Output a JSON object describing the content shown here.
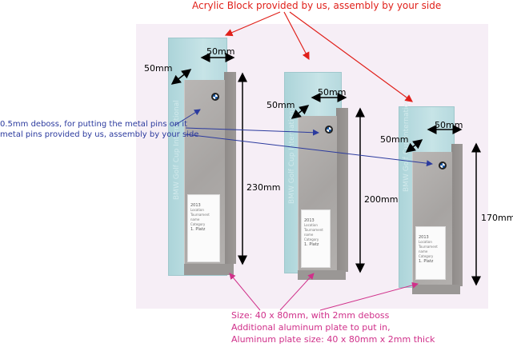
{
  "header": {
    "acrylic_note": "Acrylic Block provided by us, assembly by your side"
  },
  "left_notes": {
    "deboss_note": "0.5mm deboss, for putting the metal pins on it",
    "pins_note": "metal pins provided by us, assembly by your side"
  },
  "bottom_notes": {
    "line1": "Size: 40 x 80mm, with 2mm deboss",
    "line2": "Additional aluminum plate to put in,",
    "line3": "Aluminum plate size: 40 x 80mm x 2mm thick"
  },
  "acrylic_text": "BMW Golf Cup International",
  "plate": {
    "year": "2013",
    "l1": "Location",
    "l2": "Tournament name",
    "l3": "Category",
    "rank": "1. Platz"
  },
  "trophies": [
    {
      "height": "230mm",
      "depth": "50mm",
      "width": "50mm"
    },
    {
      "height": "200mm",
      "depth": "50mm",
      "width": "50mm"
    },
    {
      "height": "170mm",
      "depth": "50mm",
      "width": "50mm"
    }
  ],
  "colors": {
    "red": "#e0201a",
    "blue": "#2b3a9e",
    "pink": "#d0308a"
  }
}
